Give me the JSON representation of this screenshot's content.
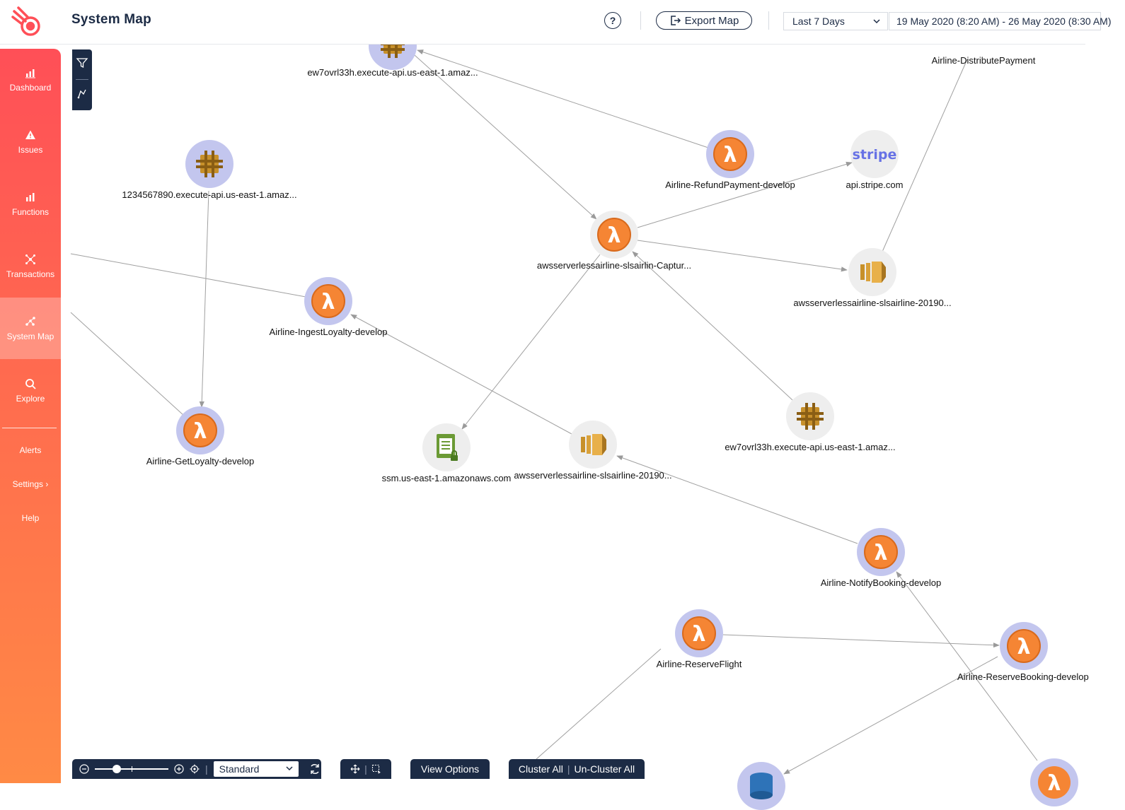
{
  "header": {
    "title": "System Map",
    "help_label": "?",
    "export_label": "Export Map",
    "range_label": "Last 7 Days",
    "date_range": "19 May 2020 (8:20 AM) - 26 May 2020 (8:30 AM)"
  },
  "sidebar": {
    "items": [
      {
        "label": "Dashboard",
        "icon": "dashboard-icon"
      },
      {
        "label": "Issues",
        "icon": "warning-icon"
      },
      {
        "label": "Functions",
        "icon": "bar-chart-icon"
      },
      {
        "label": "Transactions",
        "icon": "transactions-icon"
      },
      {
        "label": "System Map",
        "icon": "system-map-icon",
        "active": true
      },
      {
        "label": "Explore",
        "icon": "search-icon"
      }
    ],
    "links": [
      "Alerts",
      "Settings",
      "Help"
    ],
    "settings_chevron": "›"
  },
  "map": {
    "nodes": [
      {
        "id": "api_top",
        "label": "ew7ovrl33h.execute-api.us-east-1.amaz...",
        "type": "api-gateway"
      },
      {
        "id": "distribute",
        "label": "Airline-DistributePayment",
        "type": "lambda"
      },
      {
        "id": "api_1234",
        "label": "1234567890.execute-api.us-east-1.amaz...",
        "type": "api-gateway"
      },
      {
        "id": "refund",
        "label": "Airline-RefundPayment-develop",
        "type": "lambda"
      },
      {
        "id": "stripe",
        "label": "api.stripe.com",
        "type": "stripe"
      },
      {
        "id": "capture",
        "label": "awsserverlessairline-slsairlin-Captur...",
        "type": "lambda"
      },
      {
        "id": "sqs_right",
        "label": "awsserverlessairline-slsairline-20190...",
        "type": "sqs"
      },
      {
        "id": "ingest",
        "label": "Airline-IngestLoyalty-develop",
        "type": "lambda"
      },
      {
        "id": "getloyalty",
        "label": "Airline-GetLoyalty-develop",
        "type": "lambda"
      },
      {
        "id": "ssm",
        "label": "ssm.us-east-1.amazonaws.com",
        "type": "ssm"
      },
      {
        "id": "sqs_mid",
        "label": "awsserverlessairline-slsairline-20190...",
        "type": "sqs"
      },
      {
        "id": "api_mid",
        "label": "ew7ovrl33h.execute-api.us-east-1.amaz...",
        "type": "api-gateway"
      },
      {
        "id": "notify",
        "label": "Airline-NotifyBooking-develop",
        "type": "lambda"
      },
      {
        "id": "reserveflight",
        "label": "Airline-ReserveFlight",
        "type": "lambda"
      },
      {
        "id": "reservebooking",
        "label": "Airline-ReserveBooking-develop",
        "type": "lambda"
      },
      {
        "id": "bottom_blue",
        "label": "",
        "type": "dynamodb"
      },
      {
        "id": "bottom_lambda",
        "label": "",
        "type": "lambda"
      }
    ]
  },
  "toolbar": {
    "layout_value": "Standard",
    "zoom_level": 0.3,
    "view_options_label": "View Options",
    "cluster_all_label": "Cluster All",
    "uncluster_all_label": "Un-Cluster All",
    "separator": "|"
  },
  "colors": {
    "accent": "#ff5a52",
    "navy": "#1c2b45",
    "lambda": "#f58534",
    "ring": "#c3c6ee"
  }
}
